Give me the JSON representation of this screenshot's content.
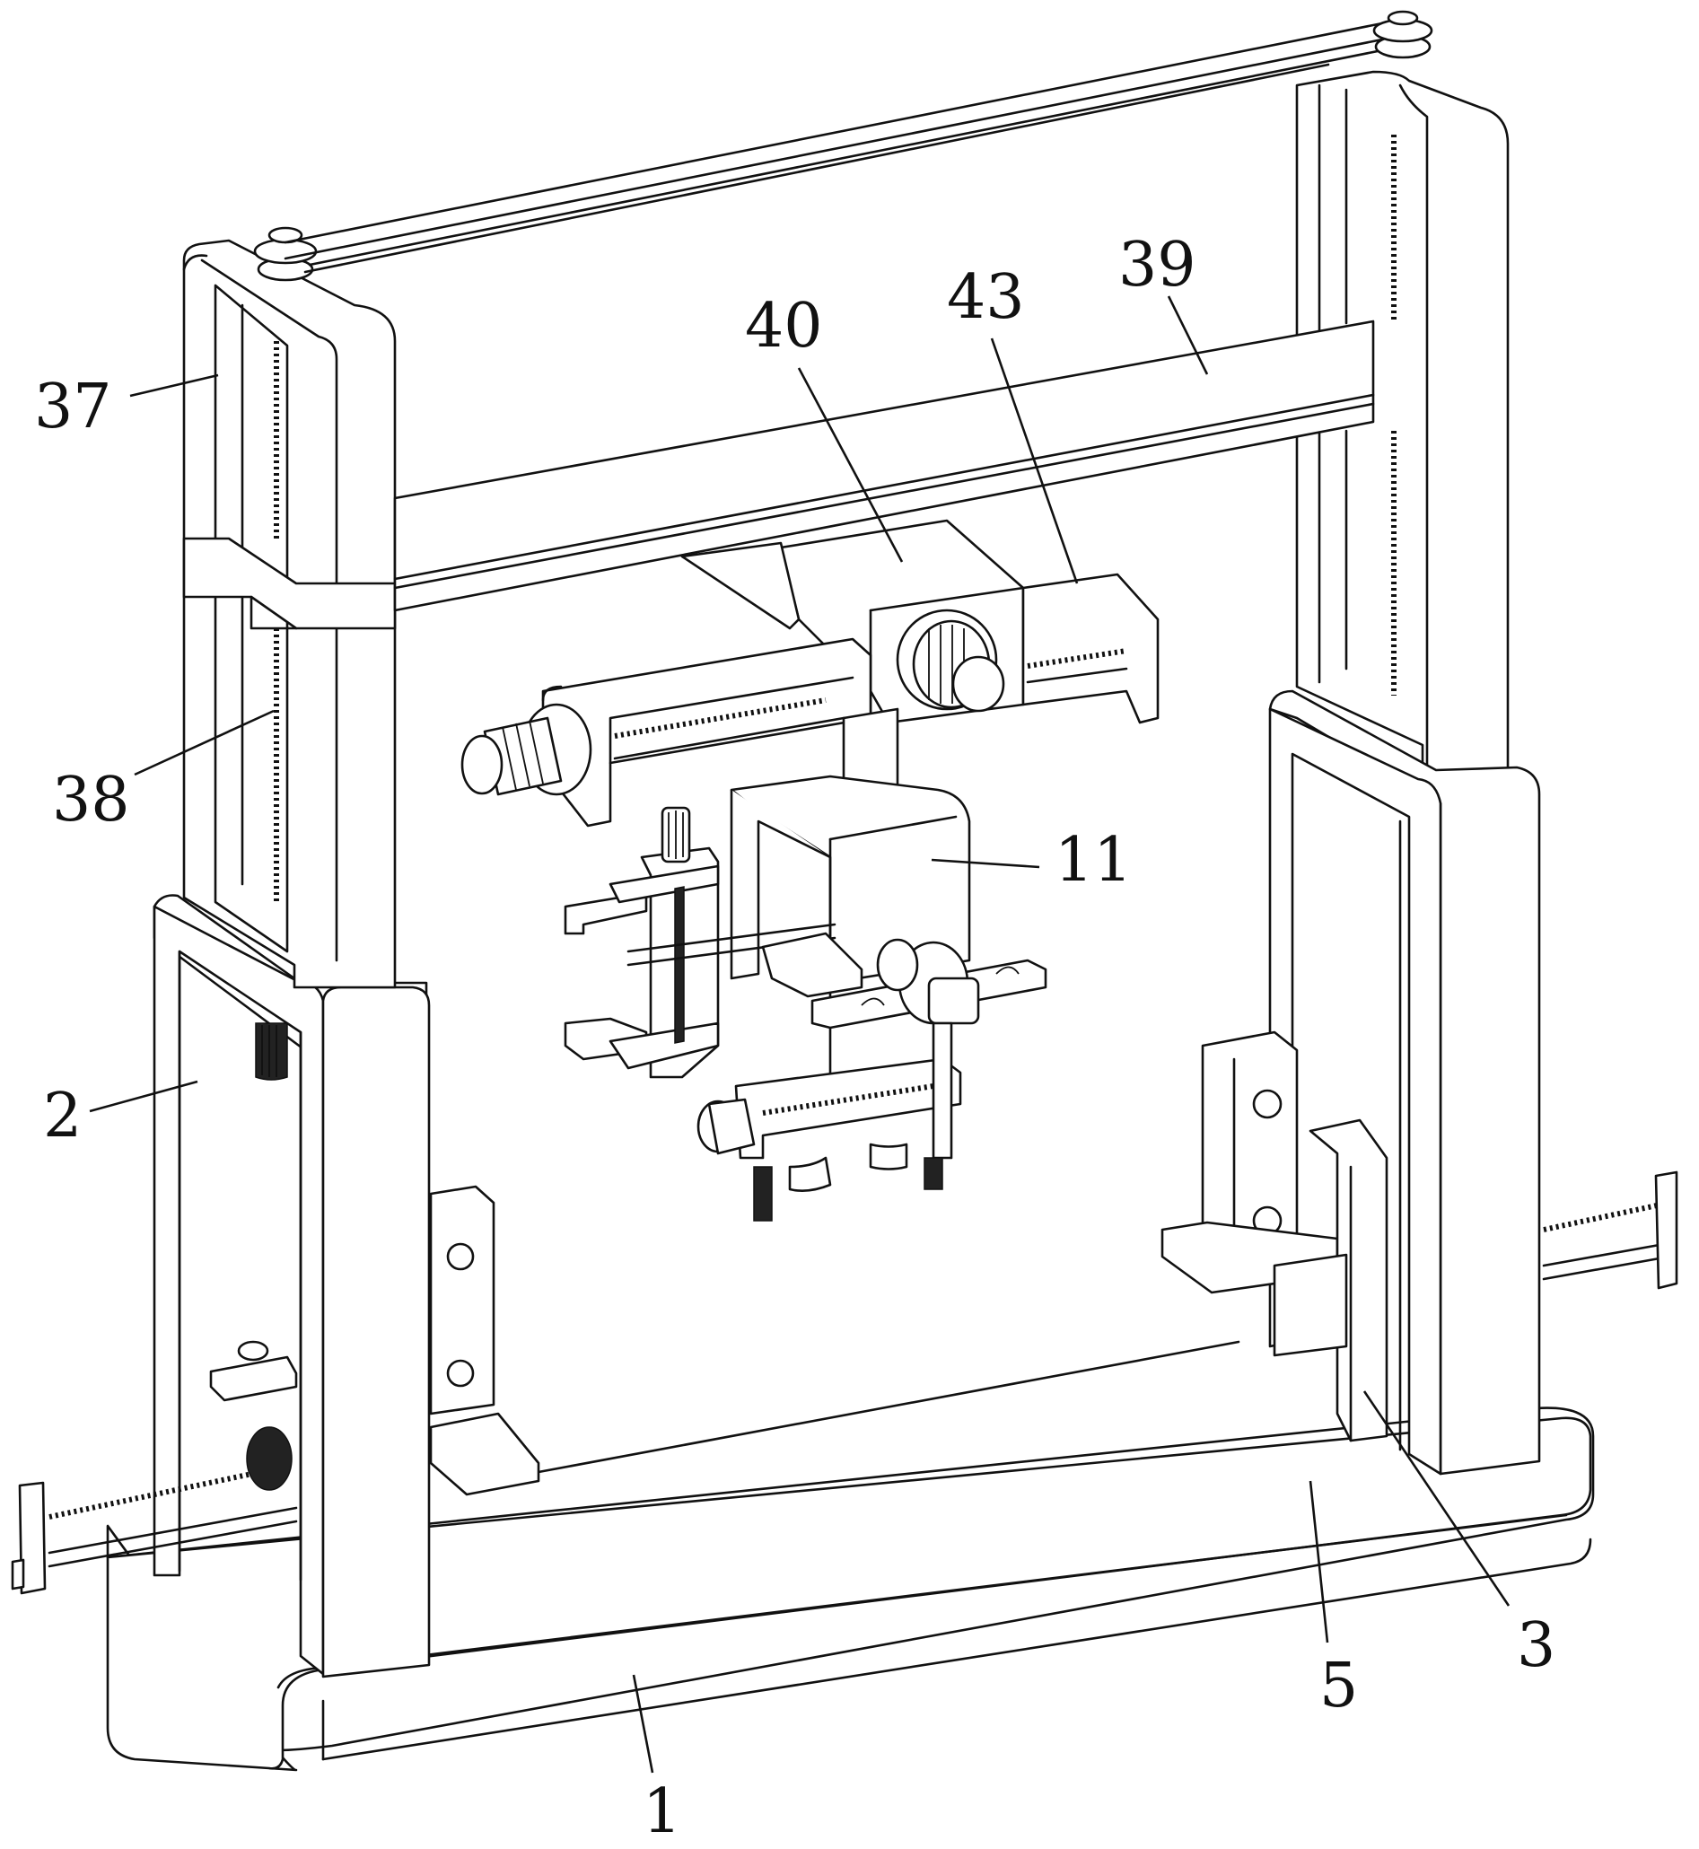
{
  "figure": {
    "type": "patent-mechanical-drawing",
    "line_color": "#111111",
    "background": "#ffffff"
  },
  "labels": {
    "l37": "37",
    "l38": "38",
    "l2": "2",
    "l40": "40",
    "l43": "43",
    "l39": "39",
    "l11": "11",
    "l1": "1",
    "l5": "5",
    "l3": "3"
  }
}
